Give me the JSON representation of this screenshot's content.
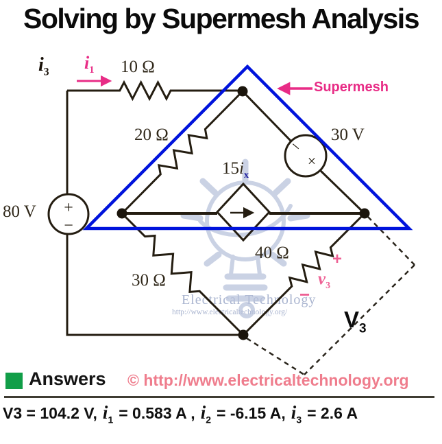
{
  "title": "Solving by Supermesh Analysis",
  "colors": {
    "magenta_accent": "#e82c86",
    "pink_v3": "#ee6094",
    "supermesh_blue": "#0013dc",
    "subscript_navy": "#17179c",
    "answers_green": "#119e48",
    "url_pink": "#ef7d8d",
    "wire_dark": "#241d11",
    "watermark_blue": "#b7c1db"
  },
  "circuit": {
    "currents": {
      "i3": {
        "sym": "i",
        "sub": "3"
      },
      "i1": {
        "sym": "i",
        "sub": "1"
      }
    },
    "resistors": {
      "r10": "10 Ω",
      "r20": "20 Ω",
      "r30": "30 Ω",
      "r40": "40 Ω"
    },
    "sources": {
      "v30": {
        "label": "30 V",
        "minus": "−",
        "cross": "×"
      },
      "v80": {
        "label": "80 V",
        "plus": "+",
        "minus": "−"
      },
      "dependent": {
        "num": "15",
        "sym": "i",
        "sub": "x"
      }
    },
    "annotations": {
      "supermesh": "Supermesh",
      "v3_small": {
        "plus": "+",
        "sym": "v",
        "sub": "3",
        "minus": "−"
      },
      "v3_big": {
        "sym": "V",
        "sub": "3"
      }
    }
  },
  "watermark": {
    "name": "Electrical Technology",
    "url": "http://www.electricaltechnology.org/"
  },
  "answers": {
    "heading": "Answers",
    "copyright": "© http://www.electricaltechnology.org",
    "results": {
      "v3": "V3 = 104.2 V,",
      "i1_sym": "i",
      "i1_sub": "1",
      "i1_val": "= 0.583 A ,",
      "i2_sym": "i",
      "i2_sub": "2",
      "i2_val": "= -6.15 A,",
      "i3_sym": "i",
      "i3_sub": "3",
      "i3_val": "= 2.6 A"
    }
  }
}
